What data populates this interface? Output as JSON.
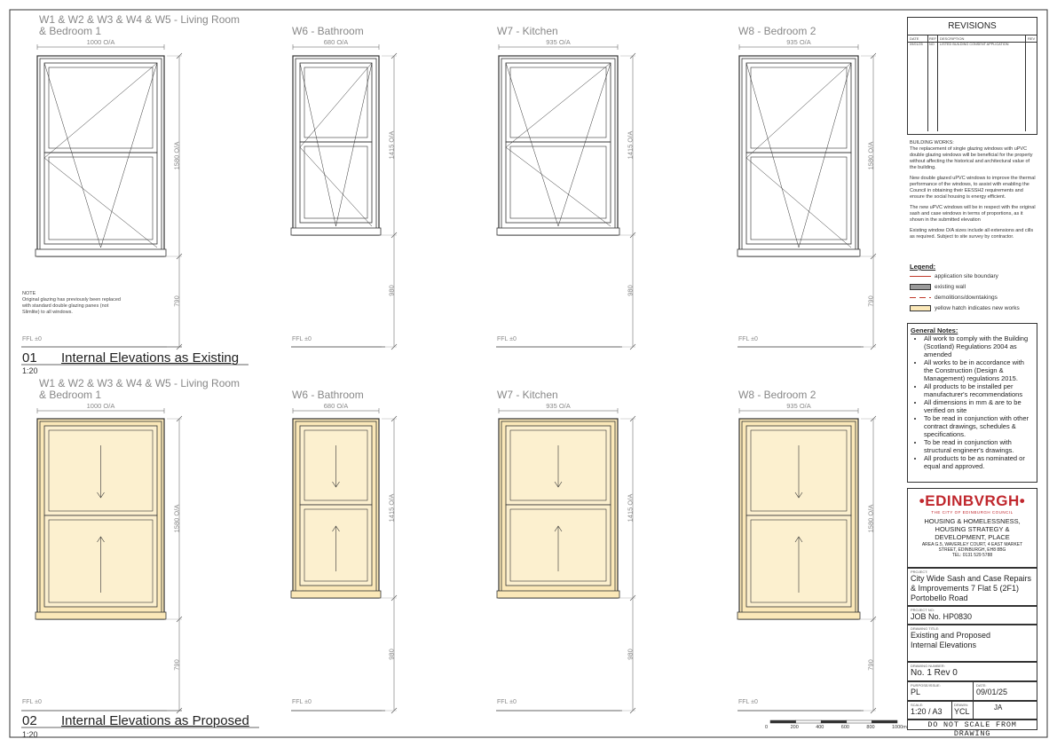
{
  "sections": [
    {
      "number": "01",
      "title": "Internal Elevations as Existing",
      "scale": "1:20"
    },
    {
      "number": "02",
      "title": "Internal Elevations as Proposed",
      "scale": "1:20"
    }
  ],
  "windows_existing": [
    {
      "title_line1": "W1 & W2 & W3 & W4 & W5 - Living Room",
      "title_line2": "& Bedroom 1",
      "width_label": "1000 O/A",
      "height_label": "1580 O/A",
      "sill_label": "790",
      "ffl": "FFL ±0"
    },
    {
      "title_line1": "W6 - Bathroom",
      "title_line2": "",
      "width_label": "680 O/A",
      "height_label": "1415 O/A",
      "sill_label": "980",
      "ffl": "FFL ±0"
    },
    {
      "title_line1": "W7 - Kitchen",
      "title_line2": "",
      "width_label": "935 O/A",
      "height_label": "1415 O/A",
      "sill_label": "980",
      "ffl": "FFL ±0"
    },
    {
      "title_line1": "W8 - Bedroom 2",
      "title_line2": "",
      "width_label": "935 O/A",
      "height_label": "1580 O/A",
      "sill_label": "790",
      "ffl": "FFL ±0"
    }
  ],
  "windows_proposed": [
    {
      "title_line1": "W1 & W2 & W3 & W4 & W5 - Living Room",
      "title_line2": "& Bedroom 1",
      "width_label": "1000 O/A",
      "height_label": "1580 O/A",
      "sill_label": "790",
      "ffl": "FFL ±0"
    },
    {
      "title_line1": "W6 - Bathroom",
      "title_line2": "",
      "width_label": "680 O/A",
      "height_label": "1415 O/A",
      "sill_label": "980",
      "ffl": "FFL ±0"
    },
    {
      "title_line1": "W7 - Kitchen",
      "title_line2": "",
      "width_label": "935 O/A",
      "height_label": "1415 O/A",
      "sill_label": "980",
      "ffl": "FFL ±0"
    },
    {
      "title_line1": "W8 - Bedroom 2",
      "title_line2": "",
      "width_label": "935 O/A",
      "height_label": "1580 O/A",
      "sill_label": "790",
      "ffl": "FFL ±0"
    }
  ],
  "note": {
    "heading": "NOTE",
    "text": "Original glazing has previously been replaced with standard double glazing panes (not Slimlite) to all windows."
  },
  "revisions": {
    "title": "REVISIONS",
    "headers": [
      "DATE",
      "REF",
      "DESCRIPTION",
      "REV"
    ],
    "rows": [
      {
        "date": "09/01/25",
        "ref": "NO",
        "desc": "LISTED BUILDING CONSENT APPLICATION",
        "rev": ""
      }
    ]
  },
  "building_works": {
    "heading": "BUILDING WORKS:",
    "paragraphs": [
      "The replacement of single glazing windows with uPVC double glazing windows will be beneficial for the property without affecting the historical and architectural value of the building.",
      "New double glazed uPVC windows to improve the thermal performance of the windows, to assist with enabling the Council in obtaining their EESSH2 requirements and ensure the social housing is energy efficient.",
      "The new uPVC windows will be in respect with the original sash and case windows in terms of proportions, as it shown in the submitted elevation",
      "Existing window O/A sizes include all extensions and cills as required. Subject to site survey by contractor."
    ]
  },
  "legend": {
    "heading": "Legend:",
    "items": [
      {
        "label": "application site boundary",
        "kind": "line",
        "color": "#c0392b"
      },
      {
        "label": "existing wall",
        "kind": "fill",
        "color": "#9a9a9a"
      },
      {
        "label": "demolitions/downtakings",
        "kind": "dash",
        "color": "#c0392b"
      },
      {
        "label": "yellow hatch indicates new works",
        "kind": "fill",
        "color": "#fbe8b8"
      }
    ]
  },
  "general_notes": {
    "heading": "General Notes:",
    "items": [
      "All work to comply with the Building (Scotland) Regulations 2004 as amended",
      "All works to be in accordance with the Construction (Design & Management) regulations 2015.",
      "All products to be installed per manufacturer's recommendations",
      "All dimensions in mm & are to be verified on site",
      "To be read in conjunction with other contract drawings, schedules & specifications.",
      "To be read in conjunction with structural engineer's drawings.",
      "All products to be as nominated or equal and approved."
    ]
  },
  "council": {
    "logo_text": "EDINBVRGH",
    "logo_sub": "THE CITY OF EDINBURGH COUNCIL",
    "dept": "HOUSING & HOMELESSNESS, HOUSING STRATEGY & DEVELOPMENT, PLACE",
    "address": "AREA G.5, WAVERLEY COURT, 4 EAST MARKET STREET, EDINBURGH, EH8 8BG",
    "tel": "TEL: 0131 529 5788",
    "brand_color": "#c0272d"
  },
  "title_block": {
    "project_label": "PROJECT:",
    "project": "City Wide Sash and Case Repairs & Improvements 7 Flat 5 (2F1) Portobello Road",
    "project_no_label": "PROJECT No:",
    "project_no": "JOB No. HP0830",
    "drawing_title_label": "DRAWING TITLE:",
    "drawing_title": "Existing and Proposed Internal Elevations",
    "drawing_number_label": "DRAWING NUMBER:",
    "drawing_number": "No. 1 Rev 0",
    "purpose_label": "PURPOSE/ISSUE:",
    "purpose": "PL",
    "date_label": "DATE:",
    "date": "09/01/25",
    "scale_label": "SCALE:",
    "scale": "1:20",
    "sheet": "/ A3",
    "drawn_label": "DRAWN:",
    "drawn": "YCL",
    "checked": "JA",
    "warning": "DO NOT SCALE FROM DRAWING"
  },
  "scale_bar": {
    "ticks": [
      "0",
      "200",
      "400",
      "600",
      "800",
      "1000mm"
    ]
  }
}
